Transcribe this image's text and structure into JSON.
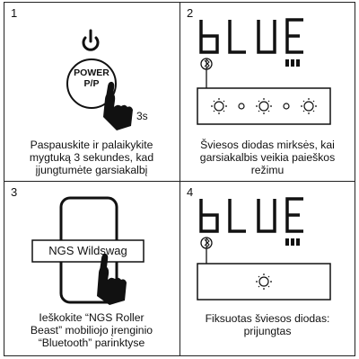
{
  "panels": [
    {
      "number": "1",
      "caption": [
        "Paspauskite ir palaikykite",
        "mygtuką 3 sekundes, kad",
        "įjungtumėte garsiakalbį"
      ],
      "button_label": [
        "POWER",
        "P/P"
      ],
      "hold_time": "3s",
      "icon": "power-icon"
    },
    {
      "number": "2",
      "caption": [
        "Šviesos diodas mirksės, kai",
        "garsiakalbis veikia paieškos",
        "režimu"
      ],
      "display_text": "bLUE",
      "led_state": "blinking",
      "icon": "bluetooth-icon"
    },
    {
      "number": "3",
      "caption": [
        "Ieškokite “NGS Roller",
        "Beast” mobiliojo įrenginio",
        "“Bluetooth” parinktyse"
      ],
      "device_name": "NGS Wildswag",
      "icon": "smartphone-icon"
    },
    {
      "number": "4",
      "caption": [
        "Fiksuotas šviesos diodas:",
        "prijungtas"
      ],
      "display_text": "bLUE",
      "led_state": "fixed",
      "icon": "bluetooth-icon"
    }
  ]
}
